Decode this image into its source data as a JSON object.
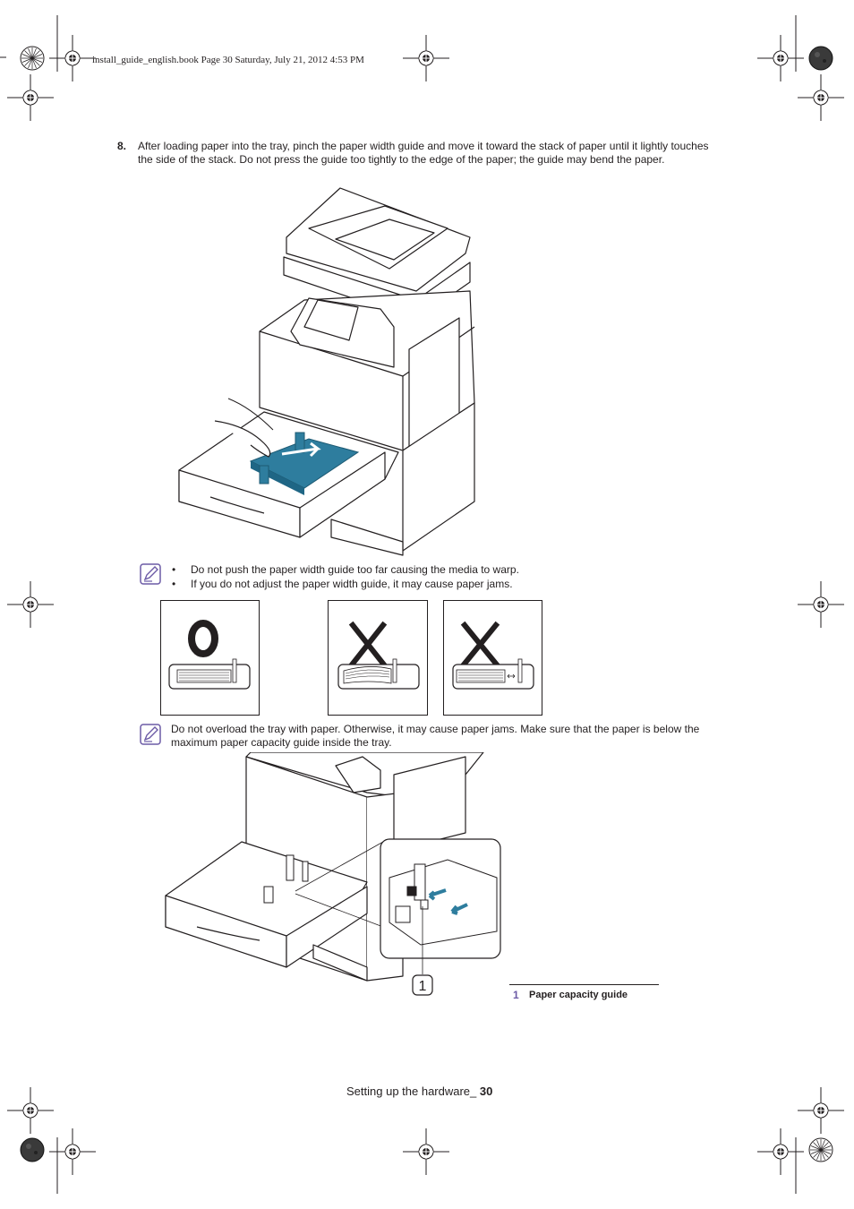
{
  "header": {
    "file_info": "install_guide_english.book  Page 30  Saturday, July 21, 2012  4:53 PM"
  },
  "step8": {
    "number": "8.",
    "text": "After loading paper into the tray, pinch the paper width guide and move it toward the stack of paper until it lightly touches the side of the stack. Do not press the guide too tightly to the edge of the paper; the guide may bend the paper."
  },
  "note1": {
    "bullet": "•",
    "items": [
      "Do not push the paper width guide too far causing the media to warp.",
      "If you do not adjust the paper width guide, it may cause paper jams."
    ]
  },
  "examples": {
    "correct_mark": "O",
    "wrong_mark": "X"
  },
  "note2": {
    "text": "Do not overload the tray with paper. Otherwise, it may cause paper jams. Make sure that the paper is below the maximum paper capacity guide inside the tray."
  },
  "callout": {
    "number": "1",
    "label": "Paper capacity guide"
  },
  "footer": {
    "section": "Setting up the hardware_ ",
    "page": "30"
  },
  "colors": {
    "accent": "#6c5ba6",
    "paper_blue": "#2e7d9e",
    "text": "#231f20"
  }
}
